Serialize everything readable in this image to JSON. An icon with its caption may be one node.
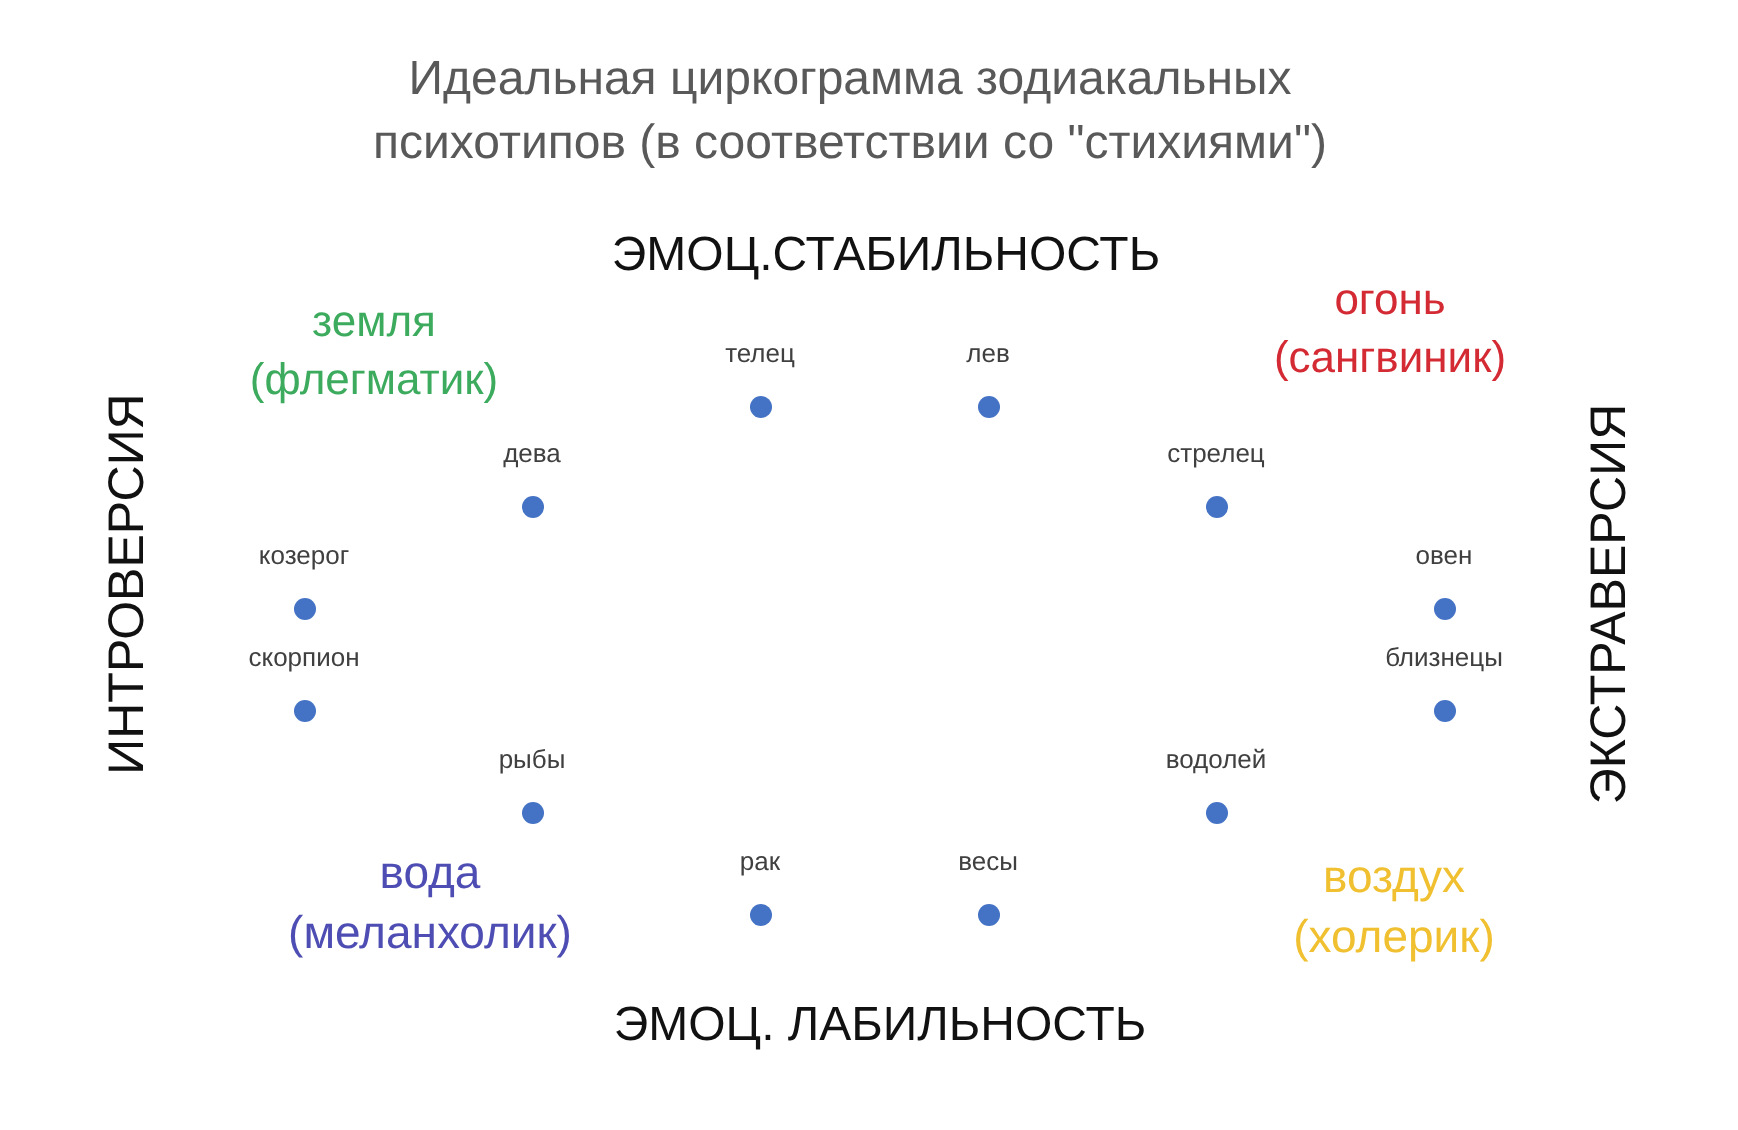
{
  "diagram": {
    "title": "Идеальная циркограмма зодиакальных психотипов (в соответствии со \"стихиями\")",
    "nodes": [
      {
        "text": [],
        "shape": "circle",
        "beside": [
          "телец"
        ]
      },
      {
        "text": [],
        "shape": "circle",
        "beside": [
          "лев"
        ]
      },
      {
        "text": [],
        "shape": "circle",
        "beside": [
          "дева"
        ]
      },
      {
        "text": [],
        "shape": "circle",
        "beside": [
          "стрелец"
        ]
      },
      {
        "text": [],
        "shape": "circle",
        "beside": [
          "козерог"
        ]
      },
      {
        "text": [],
        "shape": "circle",
        "beside": [
          "овен"
        ]
      },
      {
        "text": [],
        "shape": "circle",
        "beside": [
          "скорпион"
        ]
      },
      {
        "text": [],
        "shape": "circle",
        "beside": [
          "близнецы"
        ]
      },
      {
        "text": [],
        "shape": "circle",
        "beside": [
          "рыбы"
        ]
      },
      {
        "text": [],
        "shape": "circle",
        "beside": [
          "водолей"
        ]
      },
      {
        "text": [],
        "shape": "circle",
        "beside": [
          "рак"
        ]
      },
      {
        "text": [],
        "shape": "circle",
        "beside": [
          "весы"
        ]
      }
    ],
    "labels": [
      "ЭМОЦ.СТАБИЛЬНОСТЬ",
      "земля (флегматик)",
      "огонь (сангвиник)",
      "ИНТРОВЕРСИЯ",
      "ЭКСТРАВЕРСИЯ",
      "вода (меланхолик)",
      "воздух (холерик)",
      "ЭМОЦ. ЛАБИЛЬНОСТЬ"
    ]
  }
}
